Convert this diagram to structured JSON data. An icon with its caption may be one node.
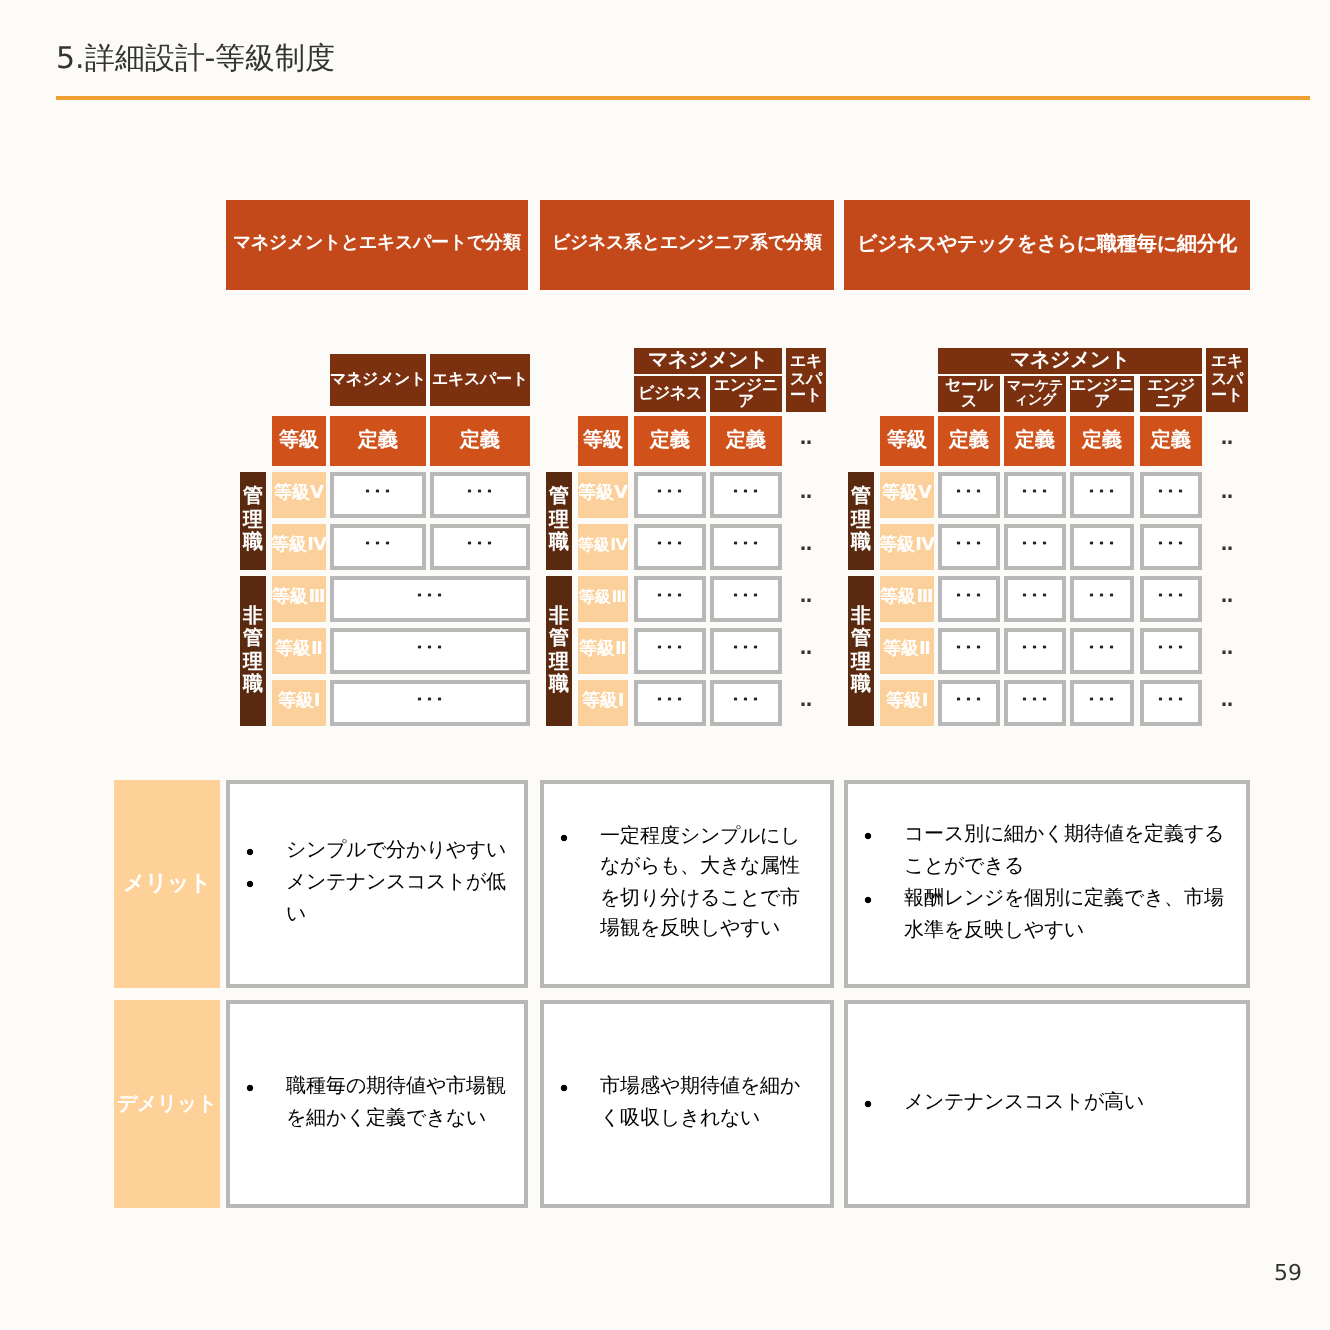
{
  "diagram": {
    "title": "5.詳細設計-等級制度",
    "labels": [
      "マネジメントとエキスパートで分類",
      "ビジネス系とエンジニア系で分類",
      "ビジネスやテックをさらに職種毎に細分化",
      "マネジメント",
      "エキスパート",
      "等級",
      "定義",
      "定義",
      "管理職",
      "等級Ⅴ",
      "･･･",
      "･･･",
      "等級Ⅳ",
      "･･･",
      "･･･",
      "非管理職",
      "等級Ⅲ",
      "･･･",
      "等級Ⅱ",
      "･･･",
      "等級Ⅰ",
      "･･･",
      "マネジメント",
      "エキスパート",
      "ビジネス",
      "エンジニア",
      "等級",
      "定義",
      "定義",
      "‥",
      "管理職",
      "等級Ⅴ",
      "･･･",
      "･･･",
      "‥",
      "等級Ⅳ",
      "･･･",
      "･･･",
      "‥",
      "非管理職",
      "等級Ⅲ",
      "･･･",
      "･･･",
      "‥",
      "等級Ⅱ",
      "･･･",
      "･･･",
      "‥",
      "等級Ⅰ",
      "･･･",
      "･･･",
      "‥",
      "マネジメント",
      "エキスパート",
      "セールス",
      "マーケティング",
      "エンジニア",
      "エンジニア",
      "等級",
      "定義",
      "定義",
      "定義",
      "定義",
      "‥",
      "管理職",
      "等級Ⅴ",
      "･･･",
      "･･･",
      "･･･",
      "･･･",
      "‥",
      "等級Ⅳ",
      "･･･",
      "･･･",
      "･･･",
      "･･･",
      "‥",
      "非管理職",
      "等級Ⅲ",
      "･･･",
      "･･･",
      "･･･",
      "･･･",
      "‥",
      "等級Ⅱ",
      "･･･",
      "･･･",
      "･･･",
      "･･･",
      "‥",
      "等級Ⅰ",
      "･･･",
      "･･･",
      "･･･",
      "･･･",
      "‥",
      "メリット",
      "シンプルで分かりやすい",
      "メンテナンスコストが低い",
      "一定程度シンプルにしながらも、大きな属性を切り分けることで市場観を反映しやすい",
      "コース別に細かく期待値を定義することができる",
      "報酬レンジを個別に定義でき、市場水準を反映しやすい",
      "デメリット",
      "職種毎の期待値や市場観を細かく定義できない",
      "市場感や期待値を細かく吸収しきれない",
      "メンテナンスコストが高い",
      "59"
    ]
  }
}
